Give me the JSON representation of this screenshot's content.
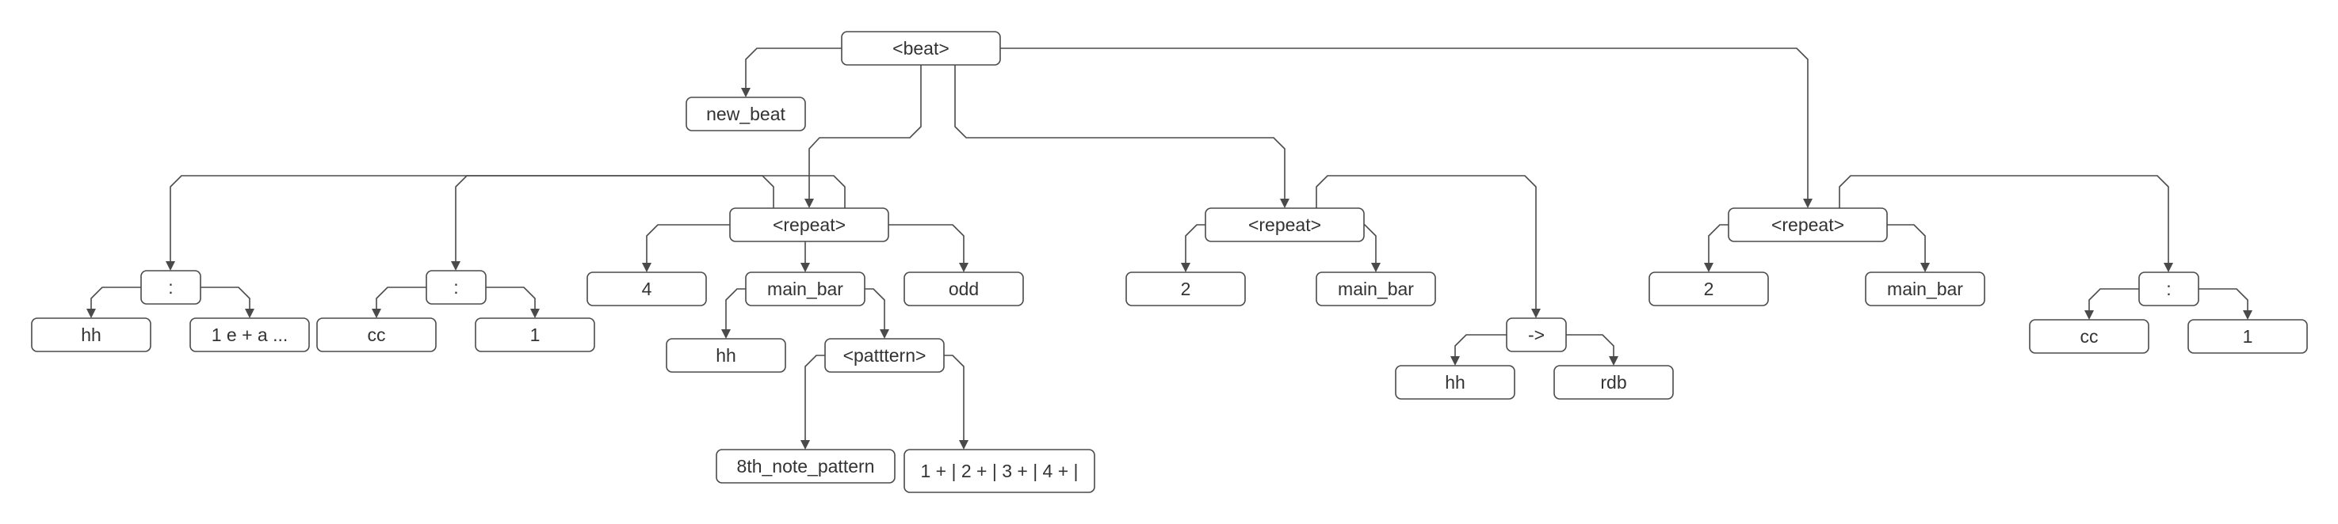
{
  "diagram": {
    "nodes": [
      {
        "id": "beat",
        "label": "<beat>"
      },
      {
        "id": "new_beat",
        "label": "new_beat"
      },
      {
        "id": "colon1",
        "label": ":"
      },
      {
        "id": "hh1",
        "label": "hh"
      },
      {
        "id": "pattern_text1",
        "label": "1 e + a ..."
      },
      {
        "id": "colon2",
        "label": ":"
      },
      {
        "id": "cc1",
        "label": "cc"
      },
      {
        "id": "one1",
        "label": "1"
      },
      {
        "id": "repeat1",
        "label": "<repeat>"
      },
      {
        "id": "four",
        "label": "4"
      },
      {
        "id": "main_bar1",
        "label": "main_bar"
      },
      {
        "id": "odd",
        "label": "odd"
      },
      {
        "id": "hh2",
        "label": "hh"
      },
      {
        "id": "patttern",
        "label": "<patttern>"
      },
      {
        "id": "eighth",
        "label": "8th_note_pattern"
      },
      {
        "id": "pattern_text2",
        "label": "1 + | 2 + | 3 + | 4 + |"
      },
      {
        "id": "repeat2",
        "label": "<repeat>"
      },
      {
        "id": "two1",
        "label": "2"
      },
      {
        "id": "main_bar2",
        "label": "main_bar"
      },
      {
        "id": "arrow",
        "label": "->"
      },
      {
        "id": "hh3",
        "label": "hh"
      },
      {
        "id": "rdb",
        "label": "rdb"
      },
      {
        "id": "repeat3",
        "label": "<repeat>"
      },
      {
        "id": "two2",
        "label": "2"
      },
      {
        "id": "main_bar3",
        "label": "main_bar"
      },
      {
        "id": "colon3",
        "label": ":"
      },
      {
        "id": "cc2",
        "label": "cc"
      },
      {
        "id": "one2",
        "label": "1"
      }
    ],
    "edges": [
      {
        "from": "beat",
        "to": "new_beat"
      },
      {
        "from": "beat",
        "to": "repeat1"
      },
      {
        "from": "beat",
        "to": "repeat2"
      },
      {
        "from": "beat",
        "to": "repeat3"
      },
      {
        "from": "repeat1",
        "to": "colon1"
      },
      {
        "from": "repeat1",
        "to": "colon2"
      },
      {
        "from": "repeat1",
        "to": "four"
      },
      {
        "from": "repeat1",
        "to": "main_bar1"
      },
      {
        "from": "repeat1",
        "to": "odd"
      },
      {
        "from": "colon1",
        "to": "hh1"
      },
      {
        "from": "colon1",
        "to": "pattern_text1"
      },
      {
        "from": "colon2",
        "to": "cc1"
      },
      {
        "from": "colon2",
        "to": "one1"
      },
      {
        "from": "main_bar1",
        "to": "hh2"
      },
      {
        "from": "main_bar1",
        "to": "patttern"
      },
      {
        "from": "patttern",
        "to": "eighth"
      },
      {
        "from": "patttern",
        "to": "pattern_text2"
      },
      {
        "from": "repeat2",
        "to": "two1"
      },
      {
        "from": "repeat2",
        "to": "main_bar2"
      },
      {
        "from": "repeat2",
        "to": "arrow"
      },
      {
        "from": "arrow",
        "to": "hh3"
      },
      {
        "from": "arrow",
        "to": "rdb"
      },
      {
        "from": "repeat3",
        "to": "two2"
      },
      {
        "from": "repeat3",
        "to": "main_bar3"
      },
      {
        "from": "repeat3",
        "to": "colon3"
      },
      {
        "from": "colon3",
        "to": "cc2"
      },
      {
        "from": "colon3",
        "to": "one2"
      }
    ]
  }
}
